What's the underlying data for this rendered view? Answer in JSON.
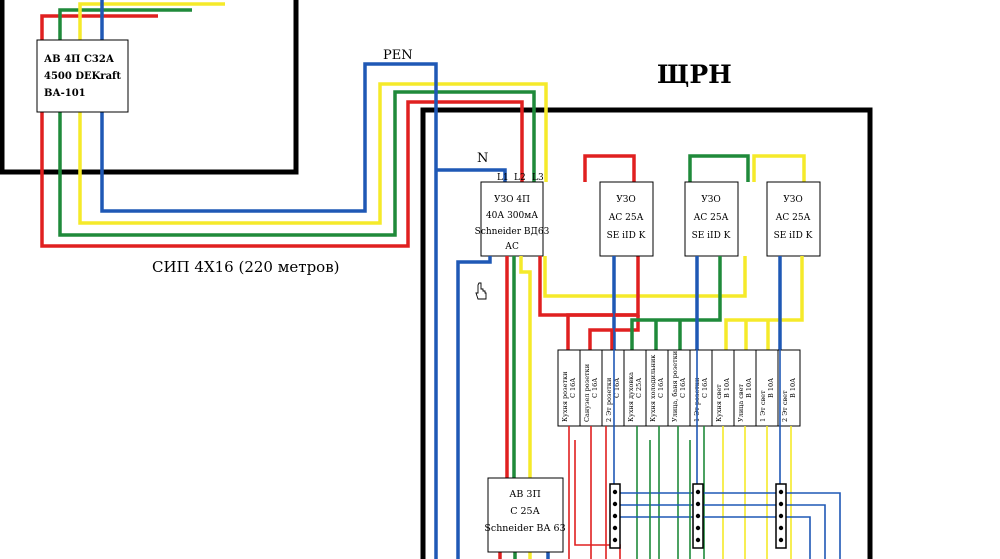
{
  "panel_title": "ЩРН",
  "cable_label": "СИП 4Х16 (220 метров)",
  "pen_label": "PEN",
  "n_label": "N",
  "phase_labels": [
    "L1",
    "L2",
    "L3"
  ],
  "main_breaker": {
    "lines": [
      "АВ 4П С32А",
      "4500 DEKraft",
      "ВА-101"
    ]
  },
  "main_rcd": {
    "lines": [
      "УЗО 4П",
      "40А 300мА",
      "Schneider ВД63",
      "АС"
    ]
  },
  "group_rcds": [
    {
      "lines": [
        "УЗО",
        "АС 25А",
        "SE iID K"
      ]
    },
    {
      "lines": [
        "УЗО",
        "АС 25А",
        "SE iID K"
      ]
    },
    {
      "lines": [
        "УЗО",
        "АС 25А",
        "SE iID K"
      ]
    }
  ],
  "breaker_3p": {
    "lines": [
      "АВ 3П",
      "С 25А",
      "Schneider ВА 63"
    ]
  },
  "breakers": [
    {
      "name": "Кухня розетки",
      "rating": "С 16А"
    },
    {
      "name": "Санузел розетки",
      "rating": "С 16А"
    },
    {
      "name": "2 Эт розетки",
      "rating": "С 16А"
    },
    {
      "name": "Кухня духовка",
      "rating": "С 25А"
    },
    {
      "name": "Кухня холодильник",
      "rating": "С 16А"
    },
    {
      "name": "Улица, баня розетки",
      "rating": "С 16А"
    },
    {
      "name": "1 Эт розетки",
      "rating": "С 16А"
    },
    {
      "name": "Кухня свет",
      "rating": "В 10А"
    },
    {
      "name": "Улица свет",
      "rating": "В 10А"
    },
    {
      "name": "1 Эт свет",
      "rating": "В 10А"
    },
    {
      "name": "2 Эт свет",
      "rating": "В 10А"
    }
  ],
  "wire_colors": {
    "L1": "#e02020",
    "L2": "#1f8a3a",
    "L3": "#f5ea2a",
    "N": "#1f58b5"
  }
}
